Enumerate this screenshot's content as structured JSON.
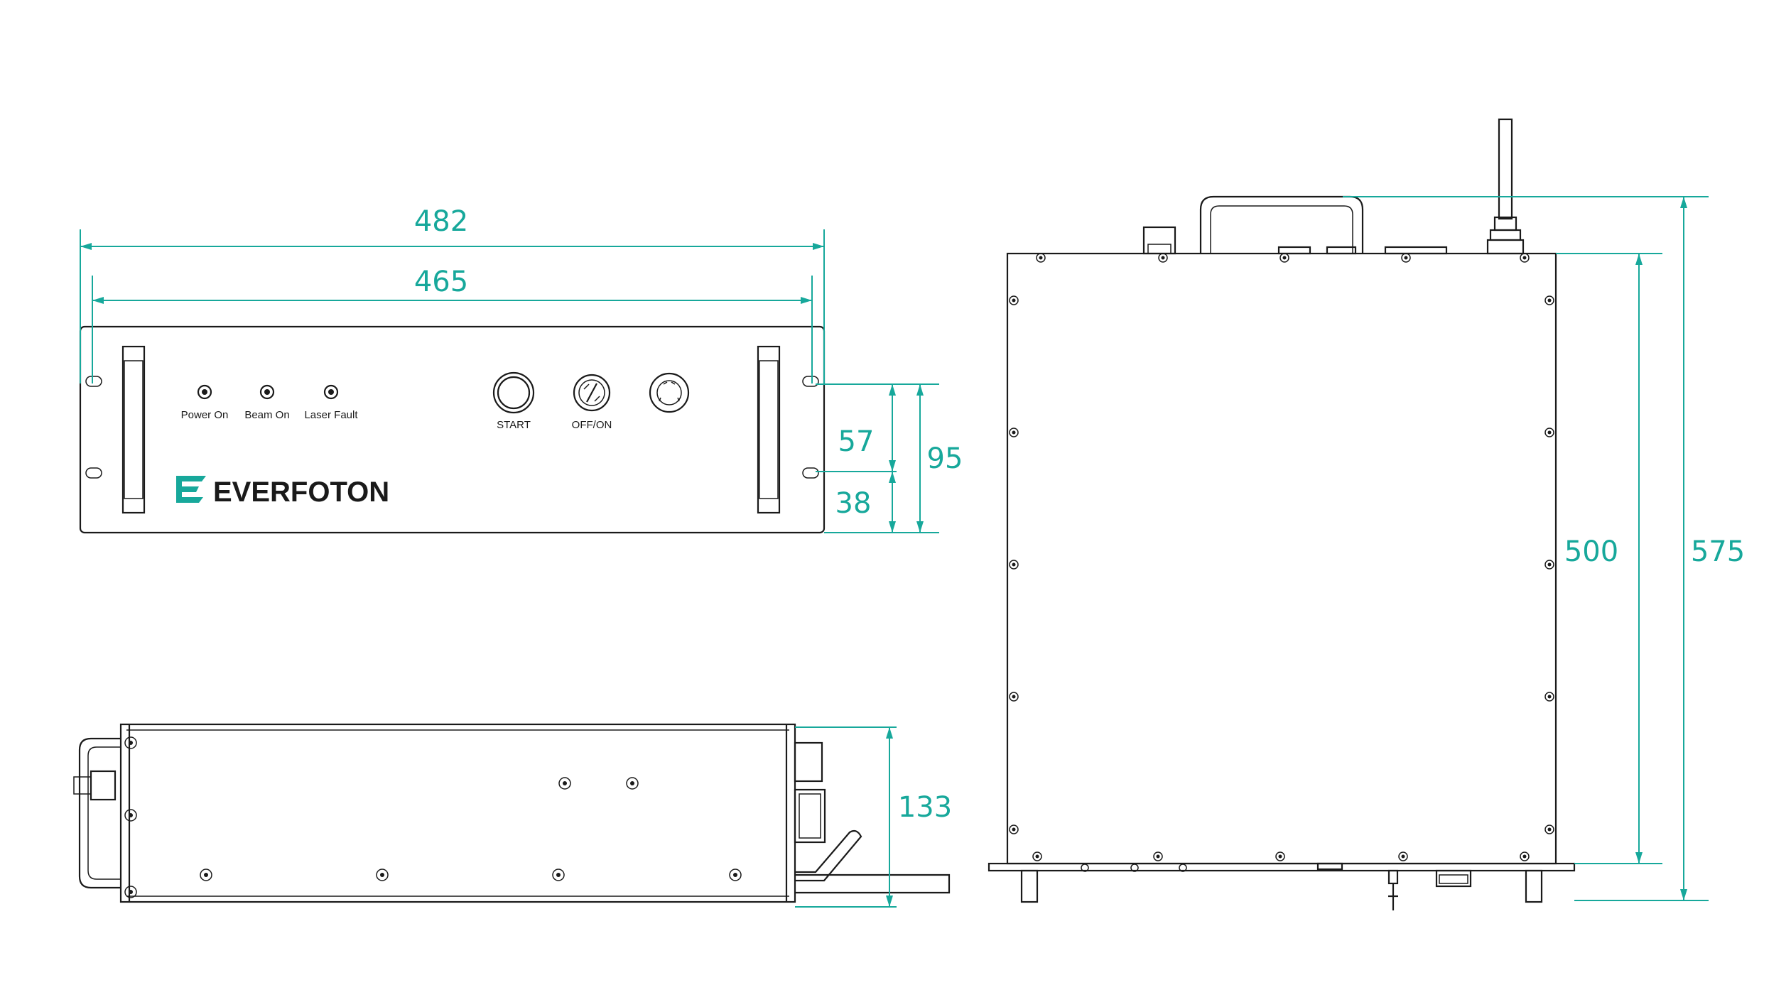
{
  "brand": {
    "name": "EVERFOTON",
    "accent": "#17a89b",
    "line": "#1a1a1a"
  },
  "front_panel": {
    "indicators": [
      "Power On",
      "Beam On",
      "Laser Fault"
    ],
    "controls": {
      "start": "START",
      "key_switch": "OFF/ON",
      "emergency_stop_icon": "emergency-stop-icon"
    }
  },
  "dimensions": {
    "width_overall": "482",
    "width_mount": "465",
    "hole_spacing": "57",
    "hole_to_bottom": "38",
    "panel_height": "95",
    "side_height": "133",
    "depth_body": "500",
    "depth_overall": "575"
  }
}
